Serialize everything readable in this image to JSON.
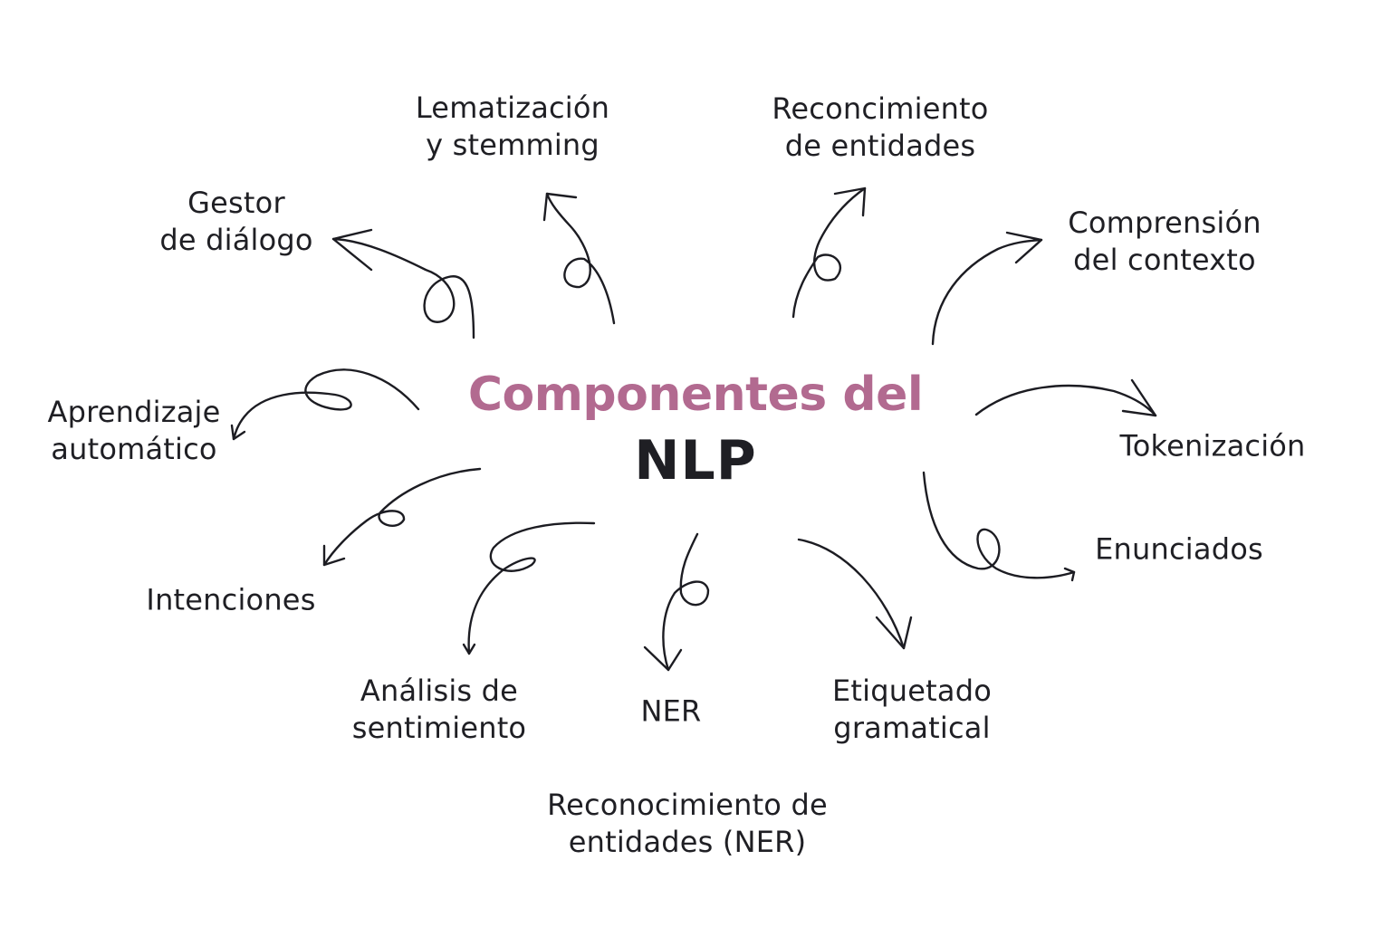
{
  "title": {
    "line1": "Componentes del",
    "line2": "NLP"
  },
  "colors": {
    "accent": "#b26a90",
    "text": "#1f1f24",
    "stroke": "#1c1c22",
    "background": "#ffffff"
  },
  "nodes": {
    "lematizacion": {
      "line1": "Lematización",
      "line2": "y stemming"
    },
    "reconcimiento": {
      "line1": "Reconcimiento",
      "line2": "de entidades"
    },
    "gestor": {
      "line1": "Gestor",
      "line2": "de diálogo"
    },
    "comprension": {
      "line1": "Comprensión",
      "line2": "del contexto"
    },
    "aprendizaje": {
      "line1": "Aprendizaje",
      "line2": "automático"
    },
    "tokenizacion": {
      "line1": "Tokenización"
    },
    "enunciados": {
      "line1": "Enunciados"
    },
    "intenciones": {
      "line1": "Intenciones"
    },
    "analisis": {
      "line1": "Análisis de",
      "line2": "sentimiento"
    },
    "ner": {
      "line1": "NER"
    },
    "etiquetado": {
      "line1": "Etiquetado",
      "line2": "gramatical"
    },
    "reconocimiento_ner": {
      "line1": "Reconocimiento de",
      "line2": "entidades (NER)"
    }
  }
}
